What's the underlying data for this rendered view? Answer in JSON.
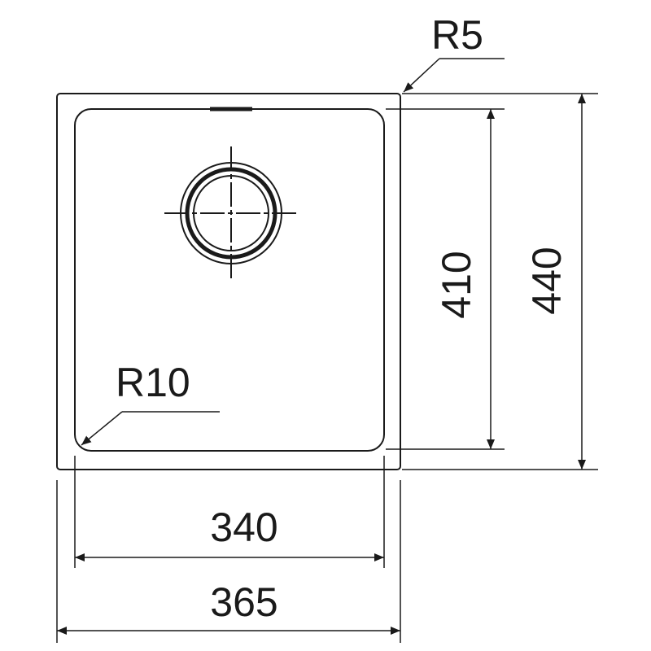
{
  "diagram": {
    "colors": {
      "line": "#1a1a1a",
      "background": "#ffffff"
    },
    "labels": {
      "corner_radius_outer": "R5",
      "corner_radius_inner": "R10",
      "inner_width": "340",
      "outer_width": "365",
      "inner_height": "410",
      "outer_height": "440"
    }
  }
}
